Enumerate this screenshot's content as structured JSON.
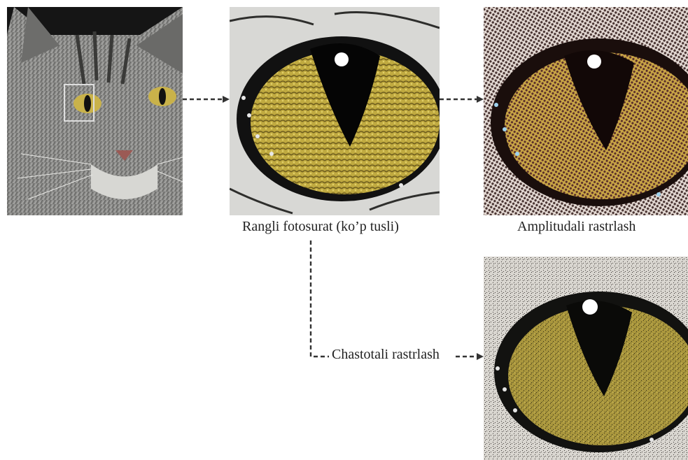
{
  "captions": {
    "color_photo": "Rangli fotosurat (ko’p tusli)",
    "amplitude": "Amplitudali rastrlash",
    "frequency": "Chastotali rastrlash"
  },
  "panels": {
    "cat_photo": {
      "icon": "cat-face-photo"
    },
    "eye_closeup": {
      "icon": "cat-eye-photo"
    },
    "amplitude_eye": {
      "icon": "cat-eye-halftone"
    },
    "frequency_eye": {
      "icon": "cat-eye-stochastic"
    }
  },
  "colors": {
    "fur": "#8a8a88",
    "iris": "#c7b046",
    "pupil": "#0a0a0a",
    "arrow": "#333333"
  }
}
